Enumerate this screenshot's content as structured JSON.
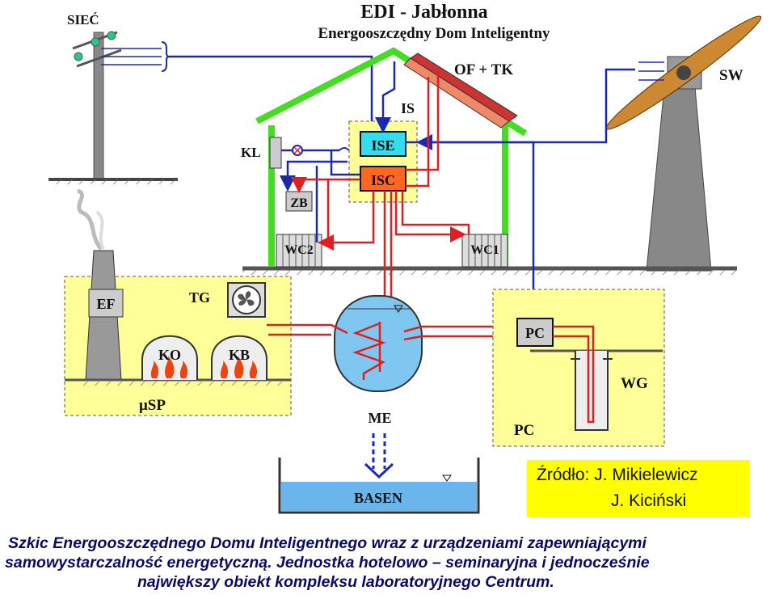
{
  "title": "EDI - Jabłonna",
  "subtitle": "Energooszczędny Dom Inteligentny",
  "labels": {
    "siec": "SIEĆ",
    "of_tk": "OF + TK",
    "sw": "SW",
    "is": "IS",
    "ise": "ISE",
    "isc": "ISC",
    "kl": "KL",
    "zb": "ZB",
    "wc2": "WC2",
    "wc1": "WC1",
    "ef": "EF",
    "tg": "TG",
    "ko": "KO",
    "kb": "KB",
    "usp": "μSP",
    "pc_unit": "PC",
    "wg": "WG",
    "pc_zone": "PC",
    "me": "ME",
    "basen": "BASEN"
  },
  "source": {
    "line1": "Źródło:  J. Mikielewicz",
    "line2": "J. Kiciński"
  },
  "caption": {
    "line1": "Szkic Energooszczędnego Domu Inteligentnego wraz  z urządzeniami zapewniającymi",
    "line2": "samowystarczalność energetyczną. Jednostka hotelowo – seminaryjna i jednocześnie",
    "line3": "największy obiekt  kompleksu laboratoryjnego Centrum."
  },
  "colors": {
    "house_frame": "#44dd22",
    "flow_blue": "#1a2ab0",
    "flow_red": "#e02020",
    "ise_fill": "#33ddee",
    "isc_fill": "#ff6622",
    "zone_fill": "#ffff99",
    "tank_water": "#7fc6f0",
    "pool_water": "#6ab6ec",
    "source_bg": "#ffff00",
    "caption_text": "#0a0a60"
  }
}
